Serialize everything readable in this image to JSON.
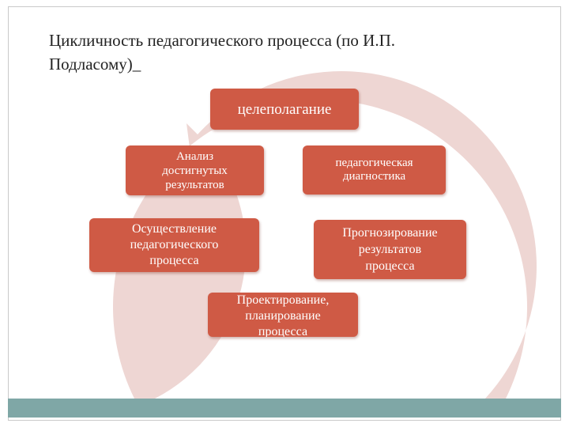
{
  "title": "Цикличность педагогического процесса (по И.П. Подласому)_",
  "nodes": [
    {
      "id": "goal",
      "label": "целеполагание"
    },
    {
      "id": "diagnostics",
      "label": "педагогическая\nдиагностика"
    },
    {
      "id": "forecast",
      "label": "Прогнозирование\nрезультатов\nпроцесса"
    },
    {
      "id": "design",
      "label": "Проектирование,\nпланирование\nпроцесса"
    },
    {
      "id": "implementation",
      "label": "Осуществление\nпедагогического\nпроцесса"
    },
    {
      "id": "analysis",
      "label": "Анализ\nдостигнутых\nрезультатов"
    }
  ],
  "colors": {
    "node_fill": "#cf5a45",
    "cycle_arrow": "#eed6d3",
    "footer_bar": "#7fa7a6"
  }
}
